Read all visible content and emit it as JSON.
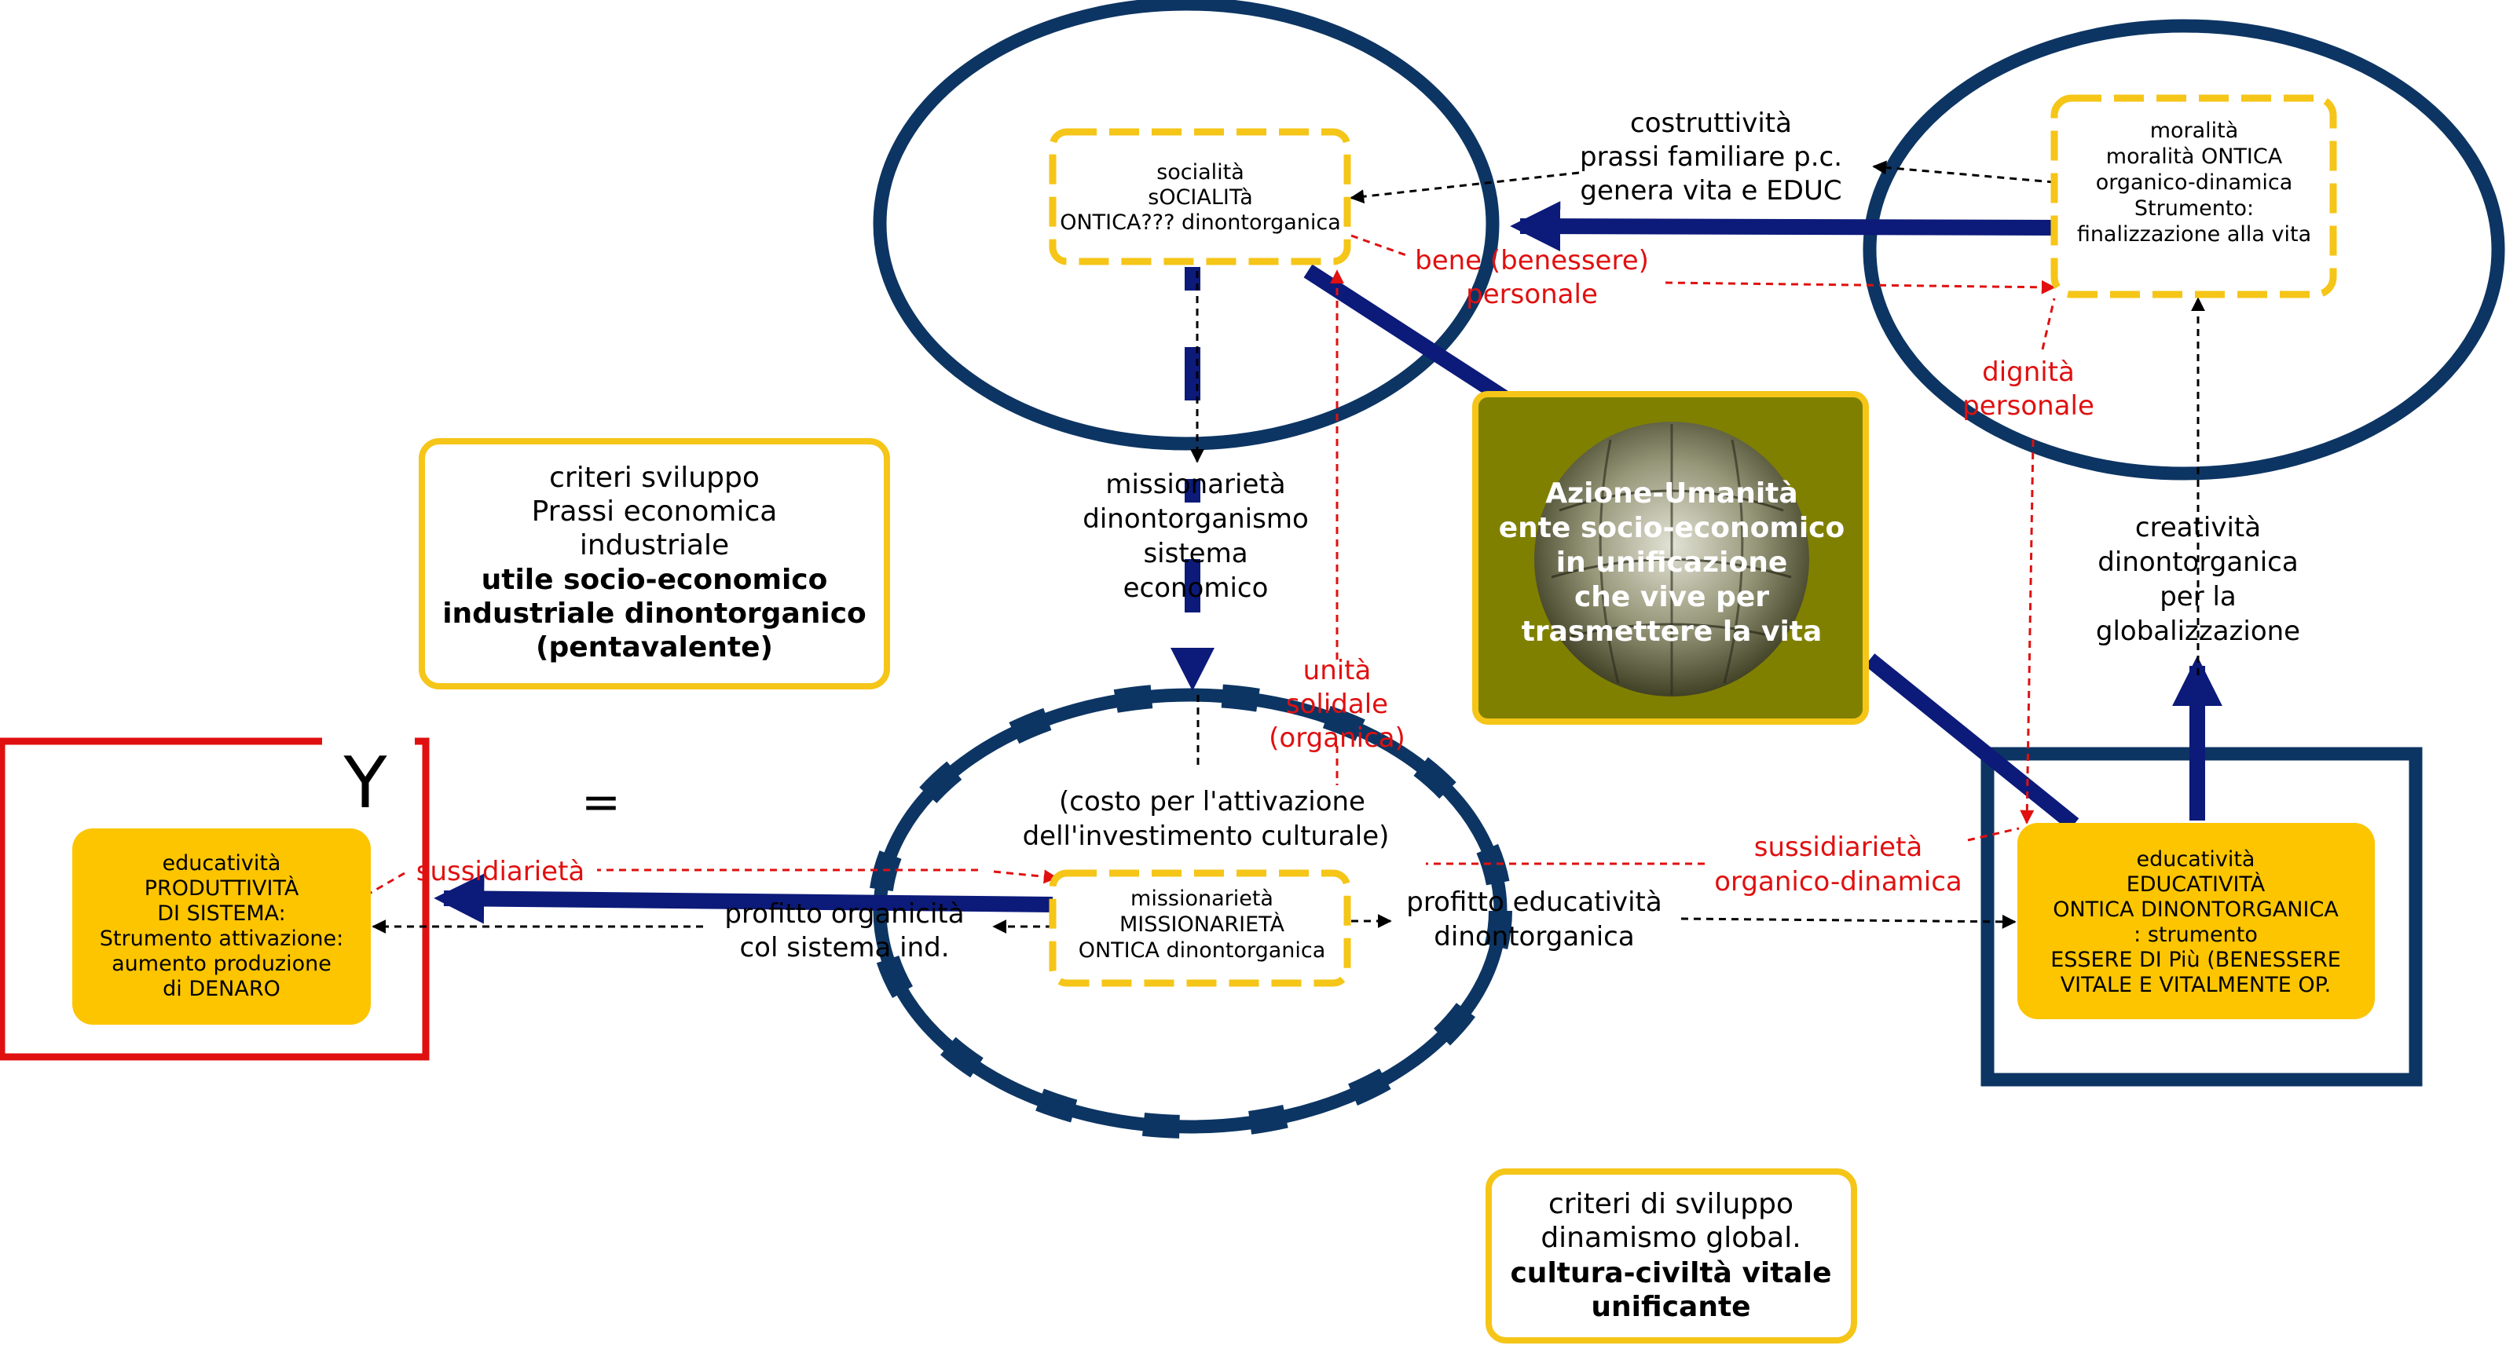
{
  "nodes": {
    "socialita": [
      "socialità",
      "sOCIALITà",
      "ONTICA??? dinontorganica"
    ],
    "moralita": [
      "moralità",
      "moralità ONTICA",
      "organico-dinamica",
      "Strumento:",
      "finalizzazione alla vita"
    ],
    "missionarieta": [
      "missionarietà",
      "MISSIONARIETÀ",
      "ONTICA dinontorganica"
    ],
    "educ_right": [
      "educatività",
      "EDUCATIVITÀ",
      "ONTICA DINONTORGANICA",
      ": strumento",
      "ESSERE DI Più (BENESSERE",
      "VITALE E VITALMENTE OP."
    ],
    "educ_left": [
      "educatività",
      "PRODUTTIVITÀ",
      "DI SISTEMA:",
      "Strumento attivazione:",
      "aumento produzione",
      "di DENARO"
    ],
    "center": [
      "Azione-Umanità",
      "ente socio-economico",
      "in unificazione",
      "che vive  per",
      "trasmettere la vita"
    ]
  },
  "labels": {
    "costruttivita": [
      "costruttività",
      "prassi familiare p.c.",
      "genera vita e EDUC"
    ],
    "bene": [
      "bene  (benessere)",
      "personale"
    ],
    "dignita": [
      "dignità",
      "personale"
    ],
    "creativita": [
      "creatività",
      "dinontorganica",
      "per la",
      "globalizzazione"
    ],
    "missionarieta_sistema": [
      "missionarietà",
      "dinontorganismo",
      "sistema",
      "economico"
    ],
    "unita": [
      "unità",
      "solidale",
      "(organica)"
    ],
    "costo": [
      "(costo per l'attivazione",
      "dell'investimento culturale)"
    ],
    "sussid_right": [
      "sussidiarietà",
      "organico-dinamica"
    ],
    "sussid_left": "sussidiarietà",
    "profitto_organicita": [
      "profitto  organicità",
      "col sistema ind."
    ],
    "profitto_educ": [
      "profitto educatività",
      "dinontorganica"
    ],
    "y": "Y",
    "equals": "="
  },
  "criteria_top": {
    "lines": [
      "criteri  sviluppo",
      "Prassi economica",
      "industriale"
    ],
    "bold_lines": [
      "utile socio-economico",
      "industriale dinontorganico",
      "(pentavalente)"
    ]
  },
  "criteria_bottom": {
    "lines": [
      "criteri di sviluppo",
      "dinamismo global."
    ],
    "bold_lines": [
      "cultura-civiltà vitale",
      "unificante"
    ]
  },
  "colors": {
    "navy": "#0d3563",
    "arrow_blue": "#0c1a7a",
    "yellow": "#f5c518",
    "box_yellow": "#fcc500",
    "olive": "#808000",
    "red": "#e01010"
  }
}
